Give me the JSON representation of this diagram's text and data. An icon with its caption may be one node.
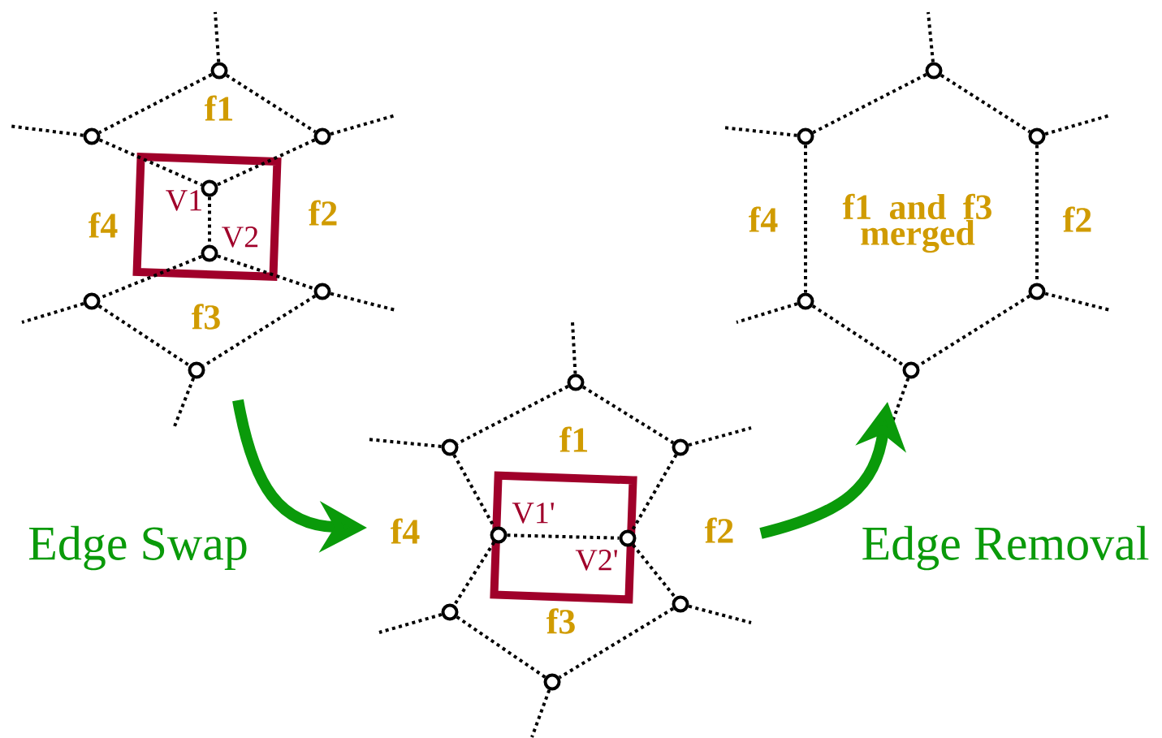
{
  "diagram": {
    "nodes": [
      {
        "text": [],
        "shape": "circle"
      },
      {
        "text": [],
        "shape": "circle"
      },
      {
        "text": [],
        "shape": "circle"
      },
      {
        "text": [],
        "shape": "box"
      },
      {
        "text": [],
        "shape": "circle",
        "in": 3,
        "beside": [
          "V1"
        ]
      },
      {
        "text": [],
        "shape": "circle",
        "in": 3,
        "beside": [
          "V2"
        ]
      },
      {
        "text": [],
        "shape": "circle"
      },
      {
        "text": [],
        "shape": "circle"
      },
      {
        "text": [],
        "shape": "circle"
      },
      {
        "text": [],
        "shape": "circle"
      },
      {
        "text": [],
        "shape": "circle"
      },
      {
        "text": [],
        "shape": "circle"
      },
      {
        "text": [],
        "shape": "box"
      },
      {
        "text": [],
        "shape": "circle",
        "in": 12,
        "beside": [
          "V1'"
        ]
      },
      {
        "text": [],
        "shape": "circle",
        "in": 12,
        "beside": [
          "V2'"
        ]
      },
      {
        "text": [],
        "shape": "circle"
      },
      {
        "text": [],
        "shape": "circle"
      },
      {
        "text": [],
        "shape": "circle"
      },
      {
        "text": [],
        "shape": "circle"
      },
      {
        "text": [],
        "shape": "circle"
      },
      {
        "text": [],
        "shape": "circle"
      },
      {
        "text": [],
        "shape": "circle"
      },
      {
        "text": [],
        "shape": "circle"
      },
      {
        "text": [],
        "shape": "circle"
      }
    ],
    "edges": [
      {
        "from": 0,
        "to": null,
        "arrow": "none"
      },
      {
        "from": 0,
        "to": 1,
        "arrow": "none"
      },
      {
        "from": 0,
        "to": 2,
        "arrow": "none"
      },
      {
        "from": 1,
        "to": null,
        "arrow": "none"
      },
      {
        "from": 1,
        "to": 4,
        "arrow": "none"
      },
      {
        "from": 2,
        "to": null,
        "arrow": "none"
      },
      {
        "from": 2,
        "to": 4,
        "arrow": "none"
      },
      {
        "from": 4,
        "to": 5,
        "arrow": "none"
      },
      {
        "from": 5,
        "to": 6,
        "arrow": "none"
      },
      {
        "from": 5,
        "to": 7,
        "arrow": "none"
      },
      {
        "from": 6,
        "to": null,
        "arrow": "none"
      },
      {
        "from": 7,
        "to": null,
        "arrow": "none"
      },
      {
        "from": 6,
        "to": 8,
        "arrow": "none"
      },
      {
        "from": 7,
        "to": 8,
        "arrow": "none"
      },
      {
        "from": 8,
        "to": null,
        "arrow": "none"
      },
      {
        "from": 9,
        "to": null,
        "arrow": "none"
      },
      {
        "from": 9,
        "to": 10,
        "arrow": "none"
      },
      {
        "from": 9,
        "to": 11,
        "arrow": "none"
      },
      {
        "from": 10,
        "to": null,
        "arrow": "none"
      },
      {
        "from": 11,
        "to": null,
        "arrow": "none"
      },
      {
        "from": 10,
        "to": 13,
        "arrow": "none"
      },
      {
        "from": 11,
        "to": 14,
        "arrow": "none"
      },
      {
        "from": 13,
        "to": 14,
        "arrow": "none"
      },
      {
        "from": 13,
        "to": 15,
        "arrow": "none"
      },
      {
        "from": 14,
        "to": 16,
        "arrow": "none"
      },
      {
        "from": 15,
        "to": null,
        "arrow": "none"
      },
      {
        "from": 16,
        "to": null,
        "arrow": "none"
      },
      {
        "from": 15,
        "to": 17,
        "arrow": "none"
      },
      {
        "from": 16,
        "to": 17,
        "arrow": "none"
      },
      {
        "from": 17,
        "to": null,
        "arrow": "none"
      },
      {
        "from": 18,
        "to": null,
        "arrow": "none"
      },
      {
        "from": 18,
        "to": 19,
        "arrow": "none"
      },
      {
        "from": 18,
        "to": 20,
        "arrow": "none"
      },
      {
        "from": 19,
        "to": null,
        "arrow": "none"
      },
      {
        "from": 20,
        "to": null,
        "arrow": "none"
      },
      {
        "from": 19,
        "to": 21,
        "arrow": "none"
      },
      {
        "from": 20,
        "to": 22,
        "arrow": "none"
      },
      {
        "from": 21,
        "to": null,
        "arrow": "none"
      },
      {
        "from": 22,
        "to": null,
        "arrow": "none"
      },
      {
        "from": 21,
        "to": 23,
        "arrow": "none"
      },
      {
        "from": 22,
        "to": 23,
        "arrow": "none"
      },
      {
        "from": 23,
        "to": null,
        "arrow": "none"
      }
    ],
    "labels": [
      "f1",
      "f4",
      "f2",
      "f3",
      "f1",
      "f4",
      "f2",
      "f3",
      "f4",
      "f1 and f3 merged",
      "f2",
      "Edge Swap",
      "Edge Removal"
    ]
  }
}
